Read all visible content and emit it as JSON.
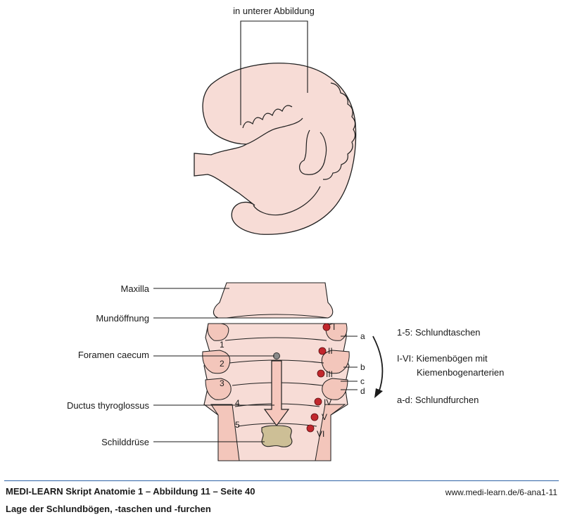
{
  "top_callout": "in unterer Abbildung",
  "labels": {
    "maxilla": "Maxilla",
    "mundoeffnung": "Mundöffnung",
    "foramen_caecum": "Foramen caecum",
    "ductus_thyroglossus": "Ductus thyroglossus",
    "schilddruese": "Schilddrüse"
  },
  "pouch_numbers": [
    "1",
    "2",
    "3",
    "4",
    "5"
  ],
  "arch_numerals": [
    "I",
    "II",
    "III",
    "IV",
    "V",
    "VI"
  ],
  "furrow_letters": [
    "a",
    "b",
    "c",
    "d"
  ],
  "legend": {
    "pouches": "1-5: Schlundtaschen",
    "arches_line1": "I-VI: Kiemenbögen mit",
    "arches_line2": "Kiemenbogenarterien",
    "furrows": "a-d: Schlundfurchen"
  },
  "footer": {
    "title": "MEDI-LEARN Skript Anatomie 1 – Abbildung 11 – Seite 40",
    "subtitle": "Lage der Schlundbögen, -taschen und -furchen",
    "url": "www.medi-learn.de/6-ana1-11"
  },
  "colors": {
    "embryo_fill": "#f7dcd6",
    "arch_fill": "#f3c6bb",
    "arch_dot": "#c1272d",
    "thyroid_fill": "#cdbf96",
    "arrow_fill": "#f6c7bd",
    "footer_rule": "#2f63a6"
  }
}
